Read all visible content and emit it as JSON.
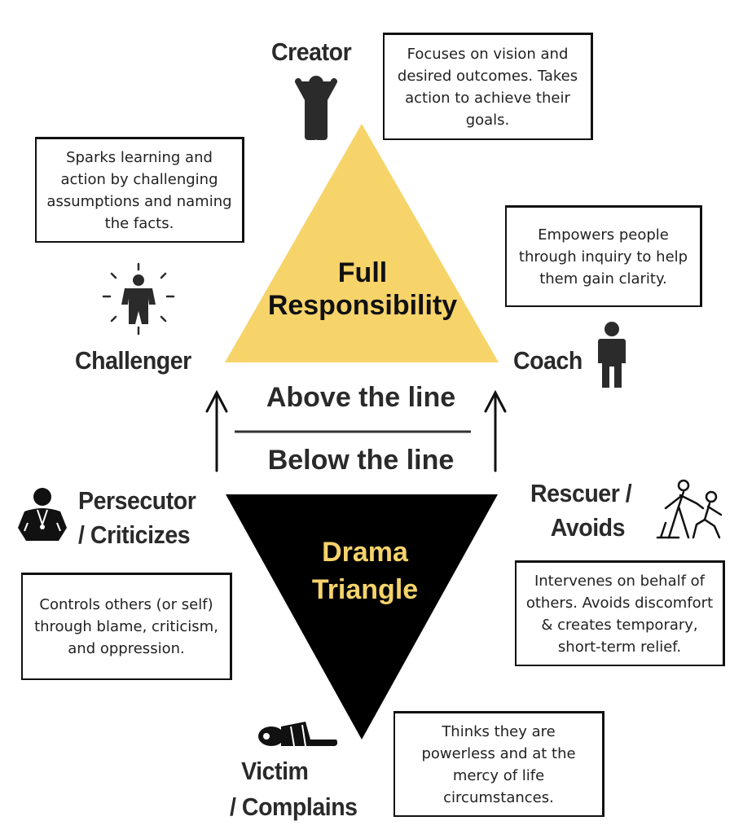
{
  "upper": {
    "title_line1": "Full",
    "title_line2": "Responsibility",
    "fill_color": "#F7D46A",
    "creator": {
      "label": "Creator",
      "description": "Focuses on vision and desired outcomes. Takes action to achieve their goals."
    },
    "challenger": {
      "label": "Challenger",
      "description": "Sparks learning and action by challenging assumptions and naming the facts."
    },
    "coach": {
      "label": "Coach",
      "description": "Empowers people through inquiry to help them gain clarity."
    }
  },
  "divider": {
    "above": "Above the line",
    "below": "Below the line"
  },
  "lower": {
    "title_line1": "Drama",
    "title_line2": "Triangle",
    "fill_color": "#000000",
    "text_color": "#F5D36B",
    "persecutor": {
      "label_line1": "Persecutor",
      "label_line2": "/ Criticizes",
      "description": "Controls others (or self) through blame, criticism, and oppression."
    },
    "rescuer": {
      "label_line1": "Rescuer /",
      "label_line2": "Avoids",
      "description": "Intervenes on behalf of others. Avoids discomfort & creates temporary, short-term relief."
    },
    "victim": {
      "label_line1": "Victim",
      "label_line2": "/ Complains",
      "description": "Thinks they are powerless and at the mercy of life circumstances."
    }
  }
}
